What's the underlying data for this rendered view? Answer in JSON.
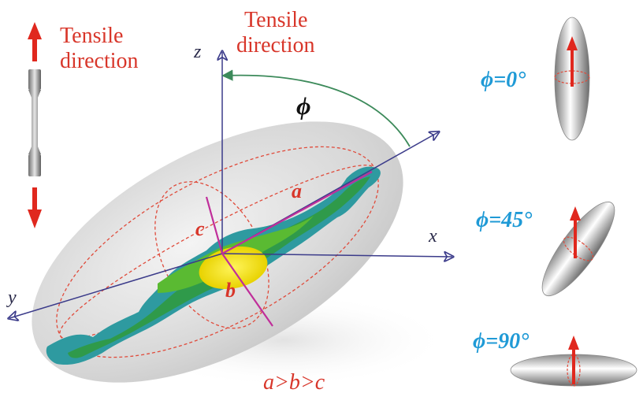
{
  "labels": {
    "tensile_left_1": "Tensile",
    "tensile_left_2": "direction",
    "tensile_top_1": "Tensile",
    "tensile_top_2": "direction",
    "axis_z": "z",
    "axis_x": "x",
    "axis_y": "y",
    "angle": "ϕ",
    "semi_a": "a",
    "semi_b": "b",
    "semi_c": "c",
    "relation": "a>b>c"
  },
  "orientations": [
    {
      "label": "ϕ=0°"
    },
    {
      "label": "ϕ=45°"
    },
    {
      "label": "ϕ=90°"
    }
  ],
  "colors": {
    "tensile_red": "#d8362a",
    "angle_blue": "#1f9ad6",
    "axis_navy": "#3b3b8a",
    "semi_axis_magenta": "#c02e9a",
    "arc_green": "#3c8a5a",
    "dashed_red": "#e04a3a"
  }
}
